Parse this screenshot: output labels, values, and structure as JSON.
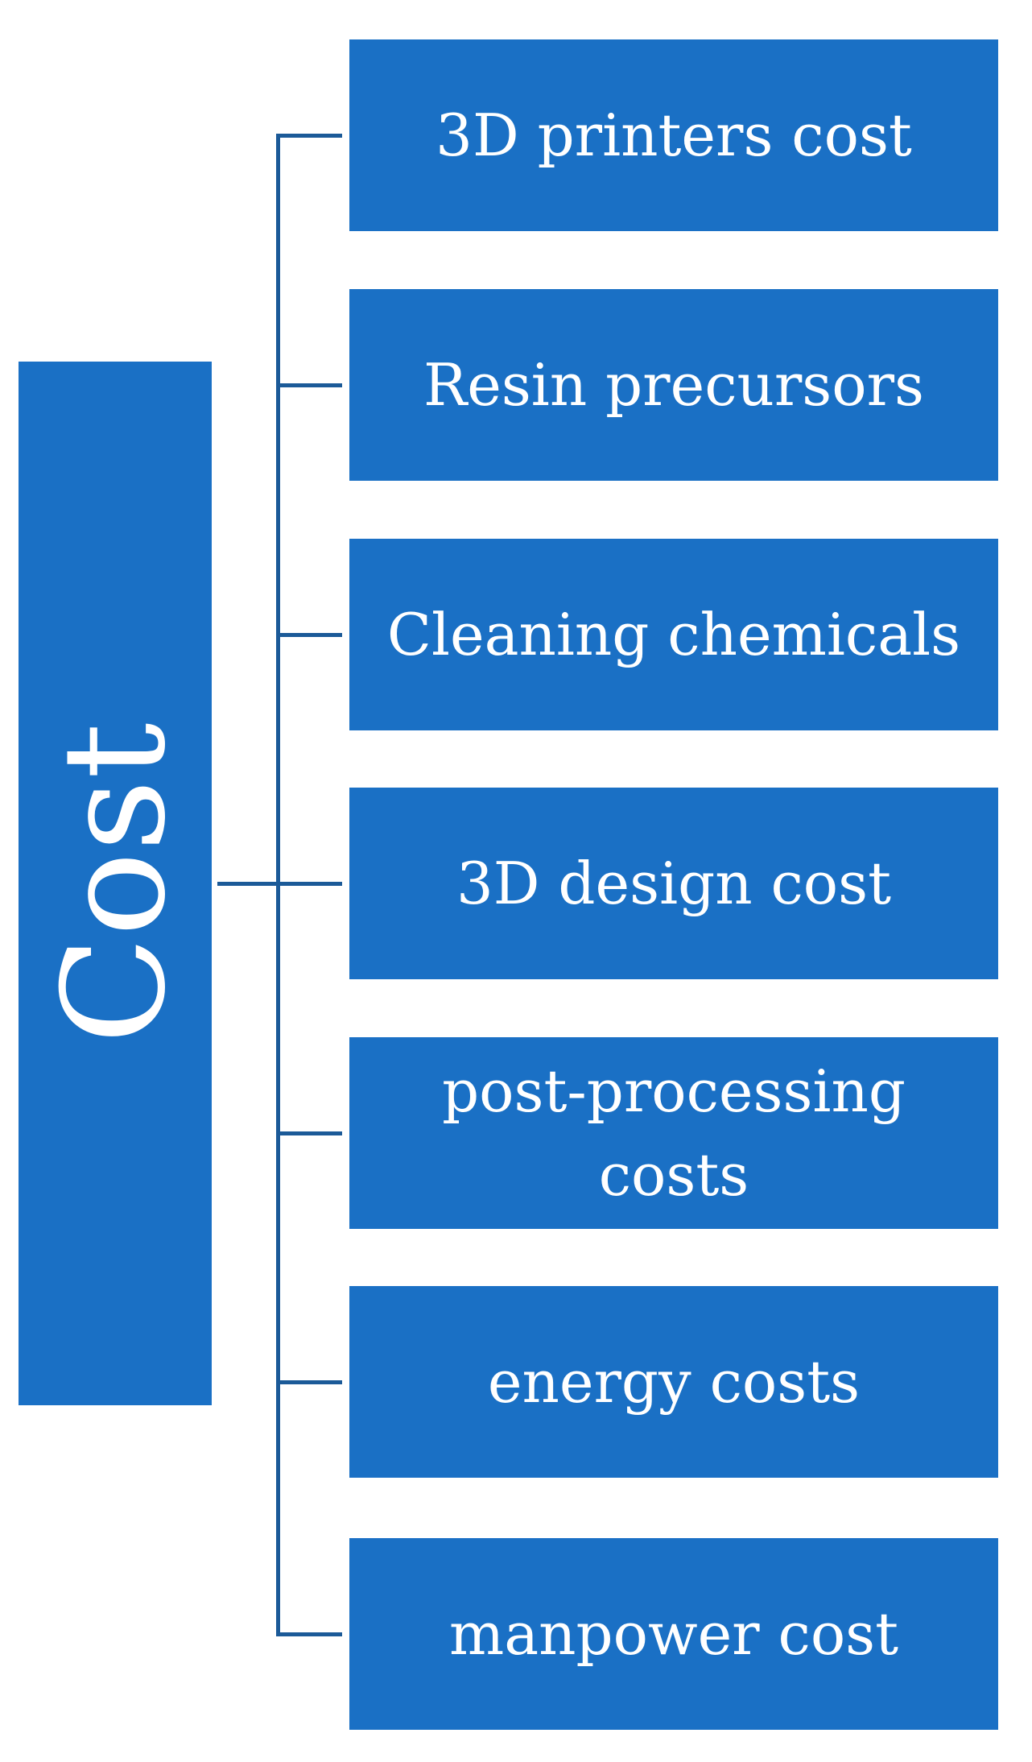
{
  "diagram": {
    "root": {
      "label": "Cost"
    },
    "children": [
      {
        "label": "3D printers cost"
      },
      {
        "label": "Resin precursors"
      },
      {
        "label": "Cleaning chemicals"
      },
      {
        "label": "3D design cost"
      },
      {
        "label": "post-processing\ncosts"
      },
      {
        "label": "energy costs"
      },
      {
        "label": "manpower cost"
      }
    ],
    "colors": {
      "box_fill": "#1a70c5",
      "connector": "#1b5a98",
      "text": "#ffffff",
      "background": "#ffffff"
    }
  }
}
